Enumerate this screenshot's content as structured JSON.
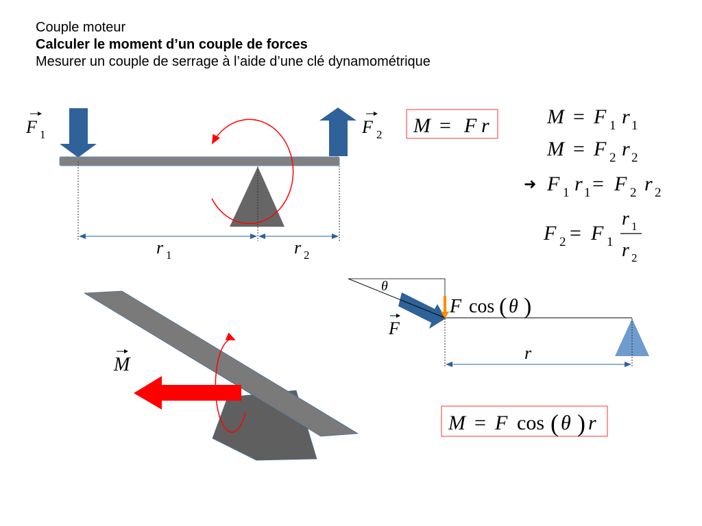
{
  "header": {
    "line1": "Couple moteur",
    "line2": "Calculer le moment d’un couple de forces",
    "line3": "Mesurer un couple de serrage à l’aide d’une clé dynamométrique"
  },
  "lever": {
    "force1": {
      "symbol": "F",
      "sub": "1"
    },
    "force2": {
      "symbol": "F",
      "sub": "2"
    },
    "r1": {
      "symbol": "r",
      "sub": "1"
    },
    "r2": {
      "symbol": "r",
      "sub": "2"
    }
  },
  "formulas": {
    "boxed_main": {
      "M": "M",
      "eq": "=",
      "F": "F",
      "r": "r"
    },
    "moment1": {
      "M": "M",
      "eq": "=",
      "F": "F",
      "fs": "1",
      "r": "r",
      "rs": "1"
    },
    "moment2": {
      "M": "M",
      "eq": "=",
      "F": "F",
      "fs": "2",
      "r": "r",
      "rs": "2"
    },
    "equilibrium": {
      "arrow": "➜",
      "F1": "F",
      "f1s": "1",
      "r1": "r",
      "r1s": "1",
      "eq": "=",
      "F2": "F",
      "f2s": "2",
      "r2": "r",
      "r2s": "2"
    },
    "solution": {
      "F2": "F",
      "f2s": "2",
      "eq": "=",
      "F1": "F",
      "f1s": "1",
      "num": "r",
      "nums": "1",
      "den": "r",
      "dens": "2"
    },
    "boxed_angle": {
      "M": "M",
      "eq": "=",
      "F": "F",
      "cos": "cos",
      "lp": "(",
      "theta": "θ",
      "rp": ")",
      "r": "r"
    }
  },
  "angle_diagram": {
    "theta": "θ",
    "force": "F",
    "component": {
      "F": "F",
      "cos": "cos",
      "lp": "(",
      "theta": "θ",
      "rp": ")"
    },
    "r": "r"
  },
  "moment_diagram": {
    "moment": "M"
  },
  "colors": {
    "blue": "#2e6299",
    "gray": "#6a6a6a",
    "red": "#ff0000",
    "light_blue": "#6f9bcf",
    "orange": "#ff8c00"
  }
}
